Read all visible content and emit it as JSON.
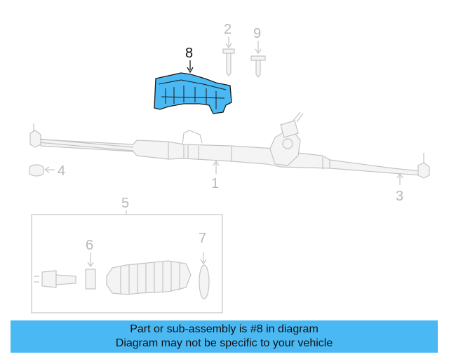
{
  "callouts": {
    "c1": "1",
    "c2": "2",
    "c3": "3",
    "c4": "4",
    "c5": "5",
    "c6": "6",
    "c7": "7",
    "c8": "8",
    "c9": "9"
  },
  "highlighted_part": "8",
  "highlight_color": "#4ab9f3",
  "banner": {
    "line1": "Part or sub-assembly is #8 in diagram",
    "line2": "Diagram may not be specific to your vehicle",
    "background": "#4ab9f3"
  }
}
